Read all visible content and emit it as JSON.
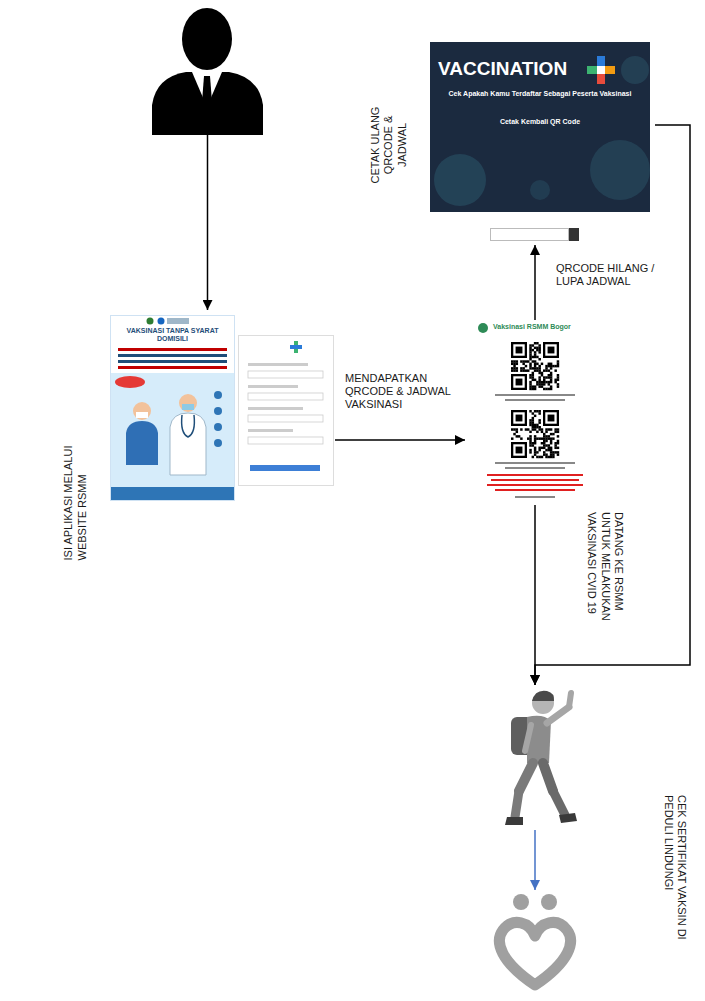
{
  "diagram": {
    "nodes": [
      {
        "text": []
      },
      {
        "text": [
          "ISI APLIKASI MELALUI WEBSITE RSMM",
          "VAKSINASI TANPA SYARAT DOMISILI"
        ]
      },
      {
        "text": [
          "Vaksinasi RSMM Bogor"
        ]
      },
      {
        "text": [
          "CETAK ULANG QRCODE & JADWAL",
          "VACCINATION",
          "Cek Apakah Kamu Terdaftar Sebagai Peserta Vaksinasi",
          "Cetak Kembali QR Code"
        ]
      },
      {
        "text": []
      },
      {
        "text": []
      }
    ],
    "edges": [
      {
        "from": 0,
        "to": 1,
        "arrow": "to"
      },
      {
        "from": 1,
        "to": 2,
        "label": "MENDAPATKAN QRCODE & JADWAL VAKSINASI",
        "arrow": "to"
      },
      {
        "from": 2,
        "to": 3,
        "label": "QRCODE HILANG / LUPA JADWAL",
        "arrow": "to"
      },
      {
        "from": 3,
        "to": 4,
        "arrow": "to"
      },
      {
        "from": 2,
        "to": 4,
        "label": "DATANG KE RSMM UNTUK MELAKUKAN VAKSINASI CVID 19",
        "arrow": "to"
      },
      {
        "from": 4,
        "to": 5,
        "label": "CEK SERTIFIKAT VAKSIN DI PEDULI LINDUNGI",
        "arrow": "to"
      }
    ]
  }
}
